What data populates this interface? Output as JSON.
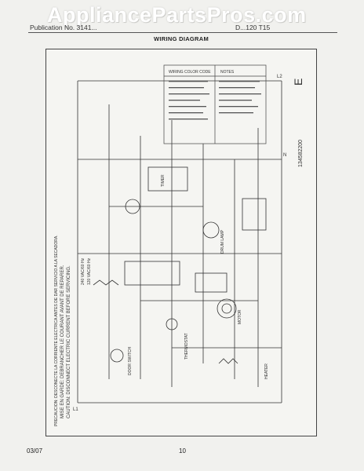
{
  "watermark": "AppliancePartsPros.com",
  "header": {
    "publication": "Publication No. 3141...",
    "model": "D...120 T15"
  },
  "title": "WIRING DIAGRAM",
  "footer": {
    "date": "03/07",
    "page": "10"
  },
  "diagram": {
    "corner_mark": "E",
    "part_number": "134582200",
    "caution_en": "CAUTION: DISCONNECT ELECTRIC CURRENT BEFORE SERVICING.",
    "caution_fr": "MISE EN GARDE: DEBRANCHER LE COURANT AVANT DE REPARER.",
    "caution_es": "PRECAUCION: DESCONECTE LA CORRIENTE ELECTRICA ANTES DE DAR SERVICIO A LA SECADORA.",
    "volt_a": "240 VAC/60 Hz",
    "volt_b": "120 VAC/60 Hz",
    "line_l1": "L1",
    "line_l2": "L2",
    "neutral": "N",
    "motor": "MOTOR",
    "heater": "HEATER",
    "timer": "TIMER",
    "door_switch": "DOOR SWITCH",
    "thermostat": "THERMOSTAT",
    "drum_lamp": "DRUM LAMP",
    "legend_title": "WIRING COLOR CODE",
    "notes_title": "NOTES"
  }
}
